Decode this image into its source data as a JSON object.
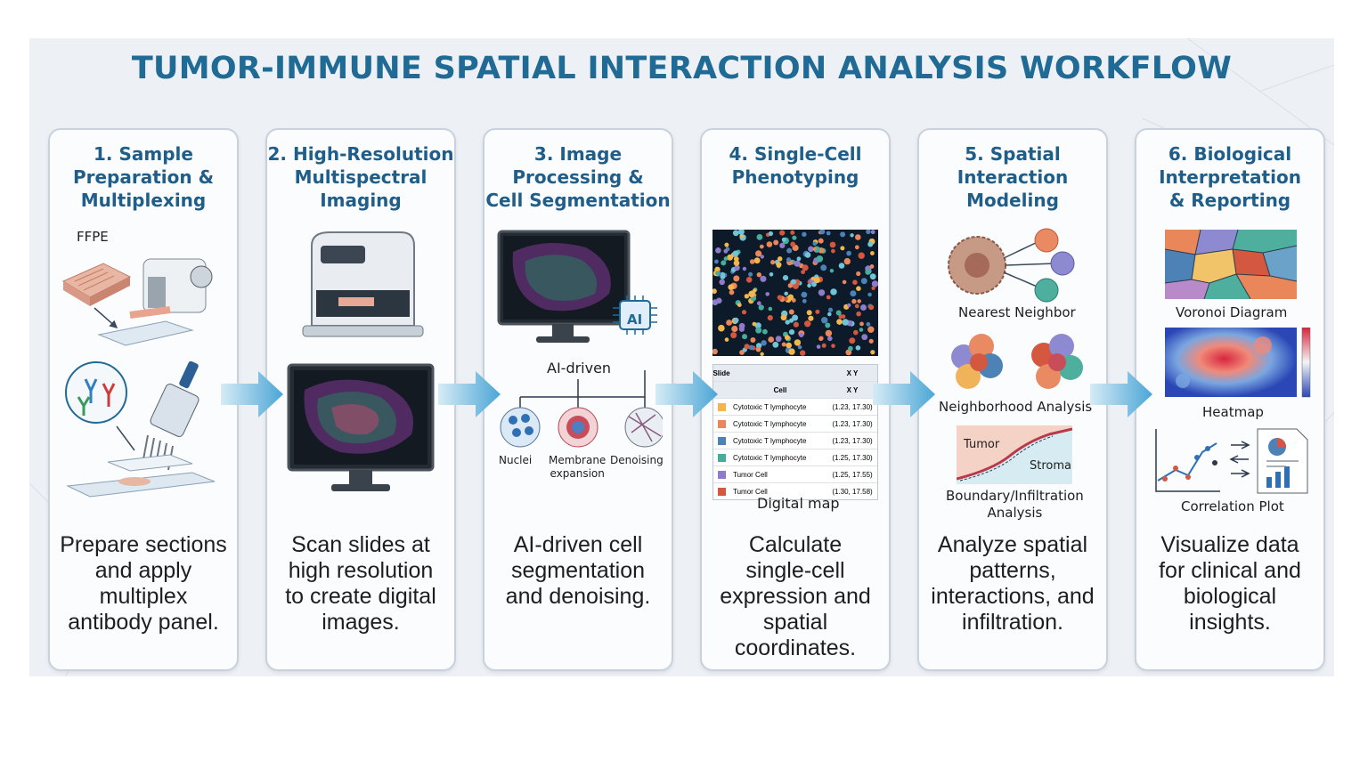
{
  "title": "TUMOR-IMMUNE SPATIAL INTERACTION ANALYSIS WORKFLOW",
  "colors": {
    "title": "#1f6b96",
    "panel_title": "#205e8a",
    "arrow": "#5aaed8",
    "panel_border": "#c9d2dc"
  },
  "steps": [
    {
      "title_lines": [
        "1. Sample",
        "Preparation &",
        "Multiplexing"
      ],
      "labels": {
        "ffpe": "FFPE"
      },
      "desc_lines": [
        "Prepare sections",
        "and apply",
        "multiplex",
        "antibody panel."
      ]
    },
    {
      "title_lines": [
        "2. High-Resolution",
        "Multispectral",
        "Imaging"
      ],
      "desc_lines": [
        "Scan slides at",
        "high resolution",
        "to create digital",
        "images."
      ]
    },
    {
      "title_lines": [
        "3. Image",
        "Processing &",
        "Cell Segmentation"
      ],
      "labels": {
        "ai_badge": "AI",
        "ai_driven": "AI-driven",
        "nuclei": "Nuclei",
        "membrane_1": "Membrane",
        "membrane_2": "expansion",
        "denoising": "Denoising"
      },
      "desc_lines": [
        "AI-driven cell",
        "segmentation",
        "and denoising."
      ]
    },
    {
      "title_lines": [
        "4. Single-Cell",
        "Phenotyping"
      ],
      "table": {
        "header1": {
          "left": "Slide",
          "right": "X Y"
        },
        "header2": {
          "cell": "Cell",
          "xy": "X Y"
        },
        "rows": [
          {
            "cell": "Cytotoxic T lymphocyte",
            "xy": "(1.23, 17.30)",
            "color": "#f2b64c"
          },
          {
            "cell": "Cytotoxic T lymphocyte",
            "xy": "(1.23, 17.30)",
            "color": "#e9865a"
          },
          {
            "cell": "Cytotoxic T lymphocyte",
            "xy": "(1.23, 17.30)",
            "color": "#4c82b5"
          },
          {
            "cell": "Cytotoxic T lymphocyte",
            "xy": "(1.25, 17.30)",
            "color": "#46ad9a"
          },
          {
            "cell": "Tumor Cell",
            "xy": "(1.25, 17.55)",
            "color": "#8e7bc9"
          },
          {
            "cell": "Tumor Cell",
            "xy": "(1.30, 17.58)",
            "color": "#d4573f"
          }
        ]
      },
      "labels": {
        "digital_map": "Digital map"
      },
      "desc_lines": [
        "Calculate",
        "single-cell",
        "expression and",
        "spatial",
        "coordinates."
      ]
    },
    {
      "title_lines": [
        "5. Spatial",
        "Interaction",
        "Modeling"
      ],
      "labels": {
        "nearest": "Nearest Neighbor",
        "neighborhood": "Neighborhood Analysis",
        "tumor": "Tumor",
        "stroma": "Stroma",
        "boundary_1": "Boundary/Infiltration",
        "boundary_2": "Analysis"
      },
      "desc_lines": [
        "Analyze spatial",
        "patterns,",
        "interactions, and",
        "infiltration."
      ]
    },
    {
      "title_lines": [
        "6. Biological",
        "Interpretation",
        "& Reporting"
      ],
      "labels": {
        "voronoi": "Voronoi Diagram",
        "heatmap": "Heatmap",
        "correlation": "Correlation Plot"
      },
      "desc_lines": [
        "Visualize data",
        "for clinical and",
        "biological",
        "insights."
      ]
    }
  ]
}
